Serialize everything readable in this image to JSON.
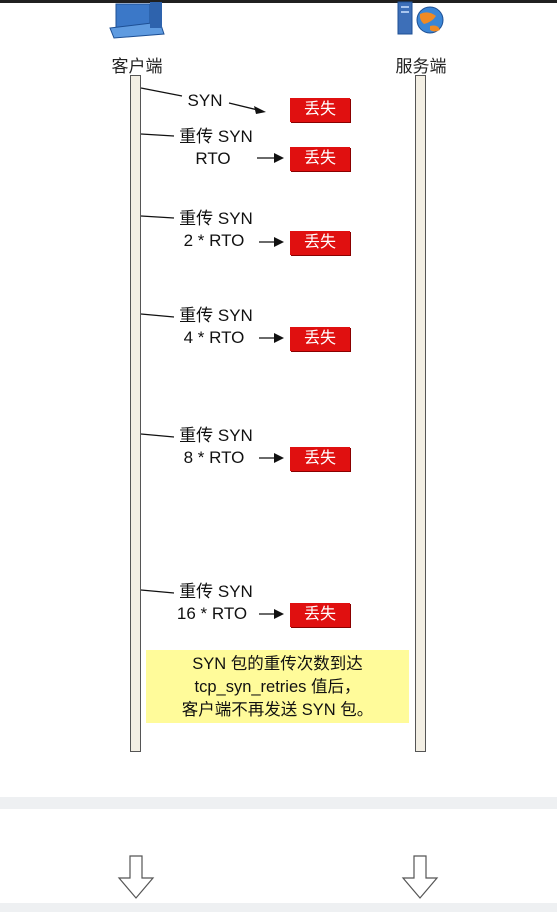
{
  "actors": {
    "client": {
      "label": "客户端",
      "icon": "client-computer-icon"
    },
    "server": {
      "label": "服务端",
      "icon": "server-globe-icon"
    }
  },
  "steps": [
    {
      "line1": "SYN",
      "line2": "",
      "status": "丢失"
    },
    {
      "line1": "重传 SYN",
      "line2": "RTO",
      "status": "丢失"
    },
    {
      "line1": "重传 SYN",
      "line2": "2 * RTO",
      "status": "丢失"
    },
    {
      "line1": "重传 SYN",
      "line2": "4 * RTO",
      "status": "丢失"
    },
    {
      "line1": "重传 SYN",
      "line2": "8 * RTO",
      "status": "丢失"
    },
    {
      "line1": "重传 SYN",
      "line2": "16 * RTO",
      "status": "丢失"
    }
  ],
  "note": {
    "lines": [
      "SYN 包的重传次数到达",
      "tcp_syn_retries 值后，",
      "客户端不再发送 SYN 包。"
    ]
  },
  "colors": {
    "lost": "#e01010",
    "note_bg": "#fffb9a",
    "timeline": "#f3efe4"
  },
  "icons": [
    "client-computer-icon",
    "server-globe-icon",
    "down-arrow-icon"
  ]
}
